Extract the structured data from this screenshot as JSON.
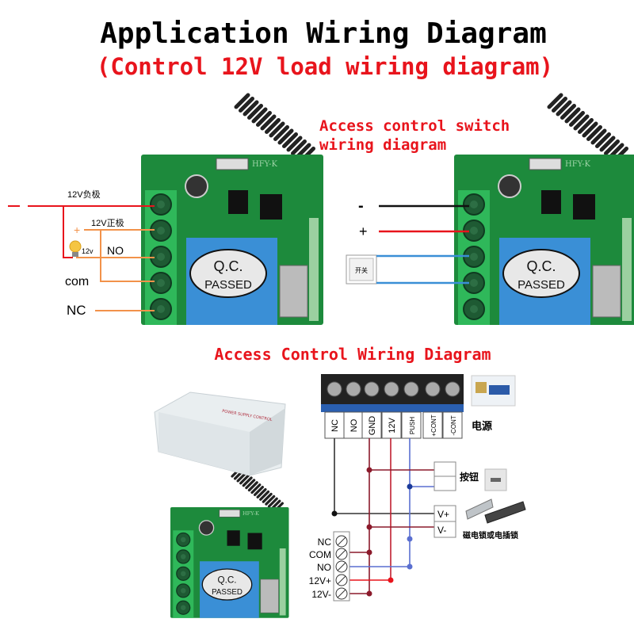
{
  "header": {
    "title": "Application Wiring Diagram",
    "subtitle": "(Control 12V load wiring diagram)"
  },
  "load_diagram": {
    "neg_label": "12V负极",
    "pos_label": "12V正极",
    "minus_sign": "-",
    "plus_sign": "+",
    "bulb_voltage": "12v",
    "no_label": "NO",
    "com_label": "com",
    "nc_label": "NC"
  },
  "switch_diagram": {
    "title_line1": "Access control switch",
    "title_line2": "wiring diagram",
    "minus_sign": "-",
    "plus_sign": "+",
    "switch_label": "开关"
  },
  "access_diagram": {
    "title": "Access Control Wiring Diagram",
    "power_terminals": [
      "NC",
      "NO",
      "GND",
      "12V",
      "PUSH",
      "+CONT",
      "-CONT"
    ],
    "power_label": "电源",
    "button_label": "按钮",
    "lock_terminals": [
      "V+",
      "V-"
    ],
    "lock_label": "磁电锁或电插锁",
    "module_terminals": [
      "NC",
      "COM",
      "NO",
      "12V+",
      "12V-"
    ],
    "power_box_text": "POWER SUPPLY CONTROL"
  },
  "module": {
    "relay_text_1": "Q.C.",
    "relay_text_2": "PASSED",
    "board_text": "HFY-K"
  },
  "colors": {
    "title": "#000000",
    "accent_red": "#e8141c",
    "board_green": "#1d8a3c",
    "terminal_green": "#2fb85a",
    "relay_blue": "#3a8fd6",
    "wire_orange": "#f2924a",
    "wire_darkred": "#8b1a2b",
    "wire_blue": "#5a6fd0"
  }
}
